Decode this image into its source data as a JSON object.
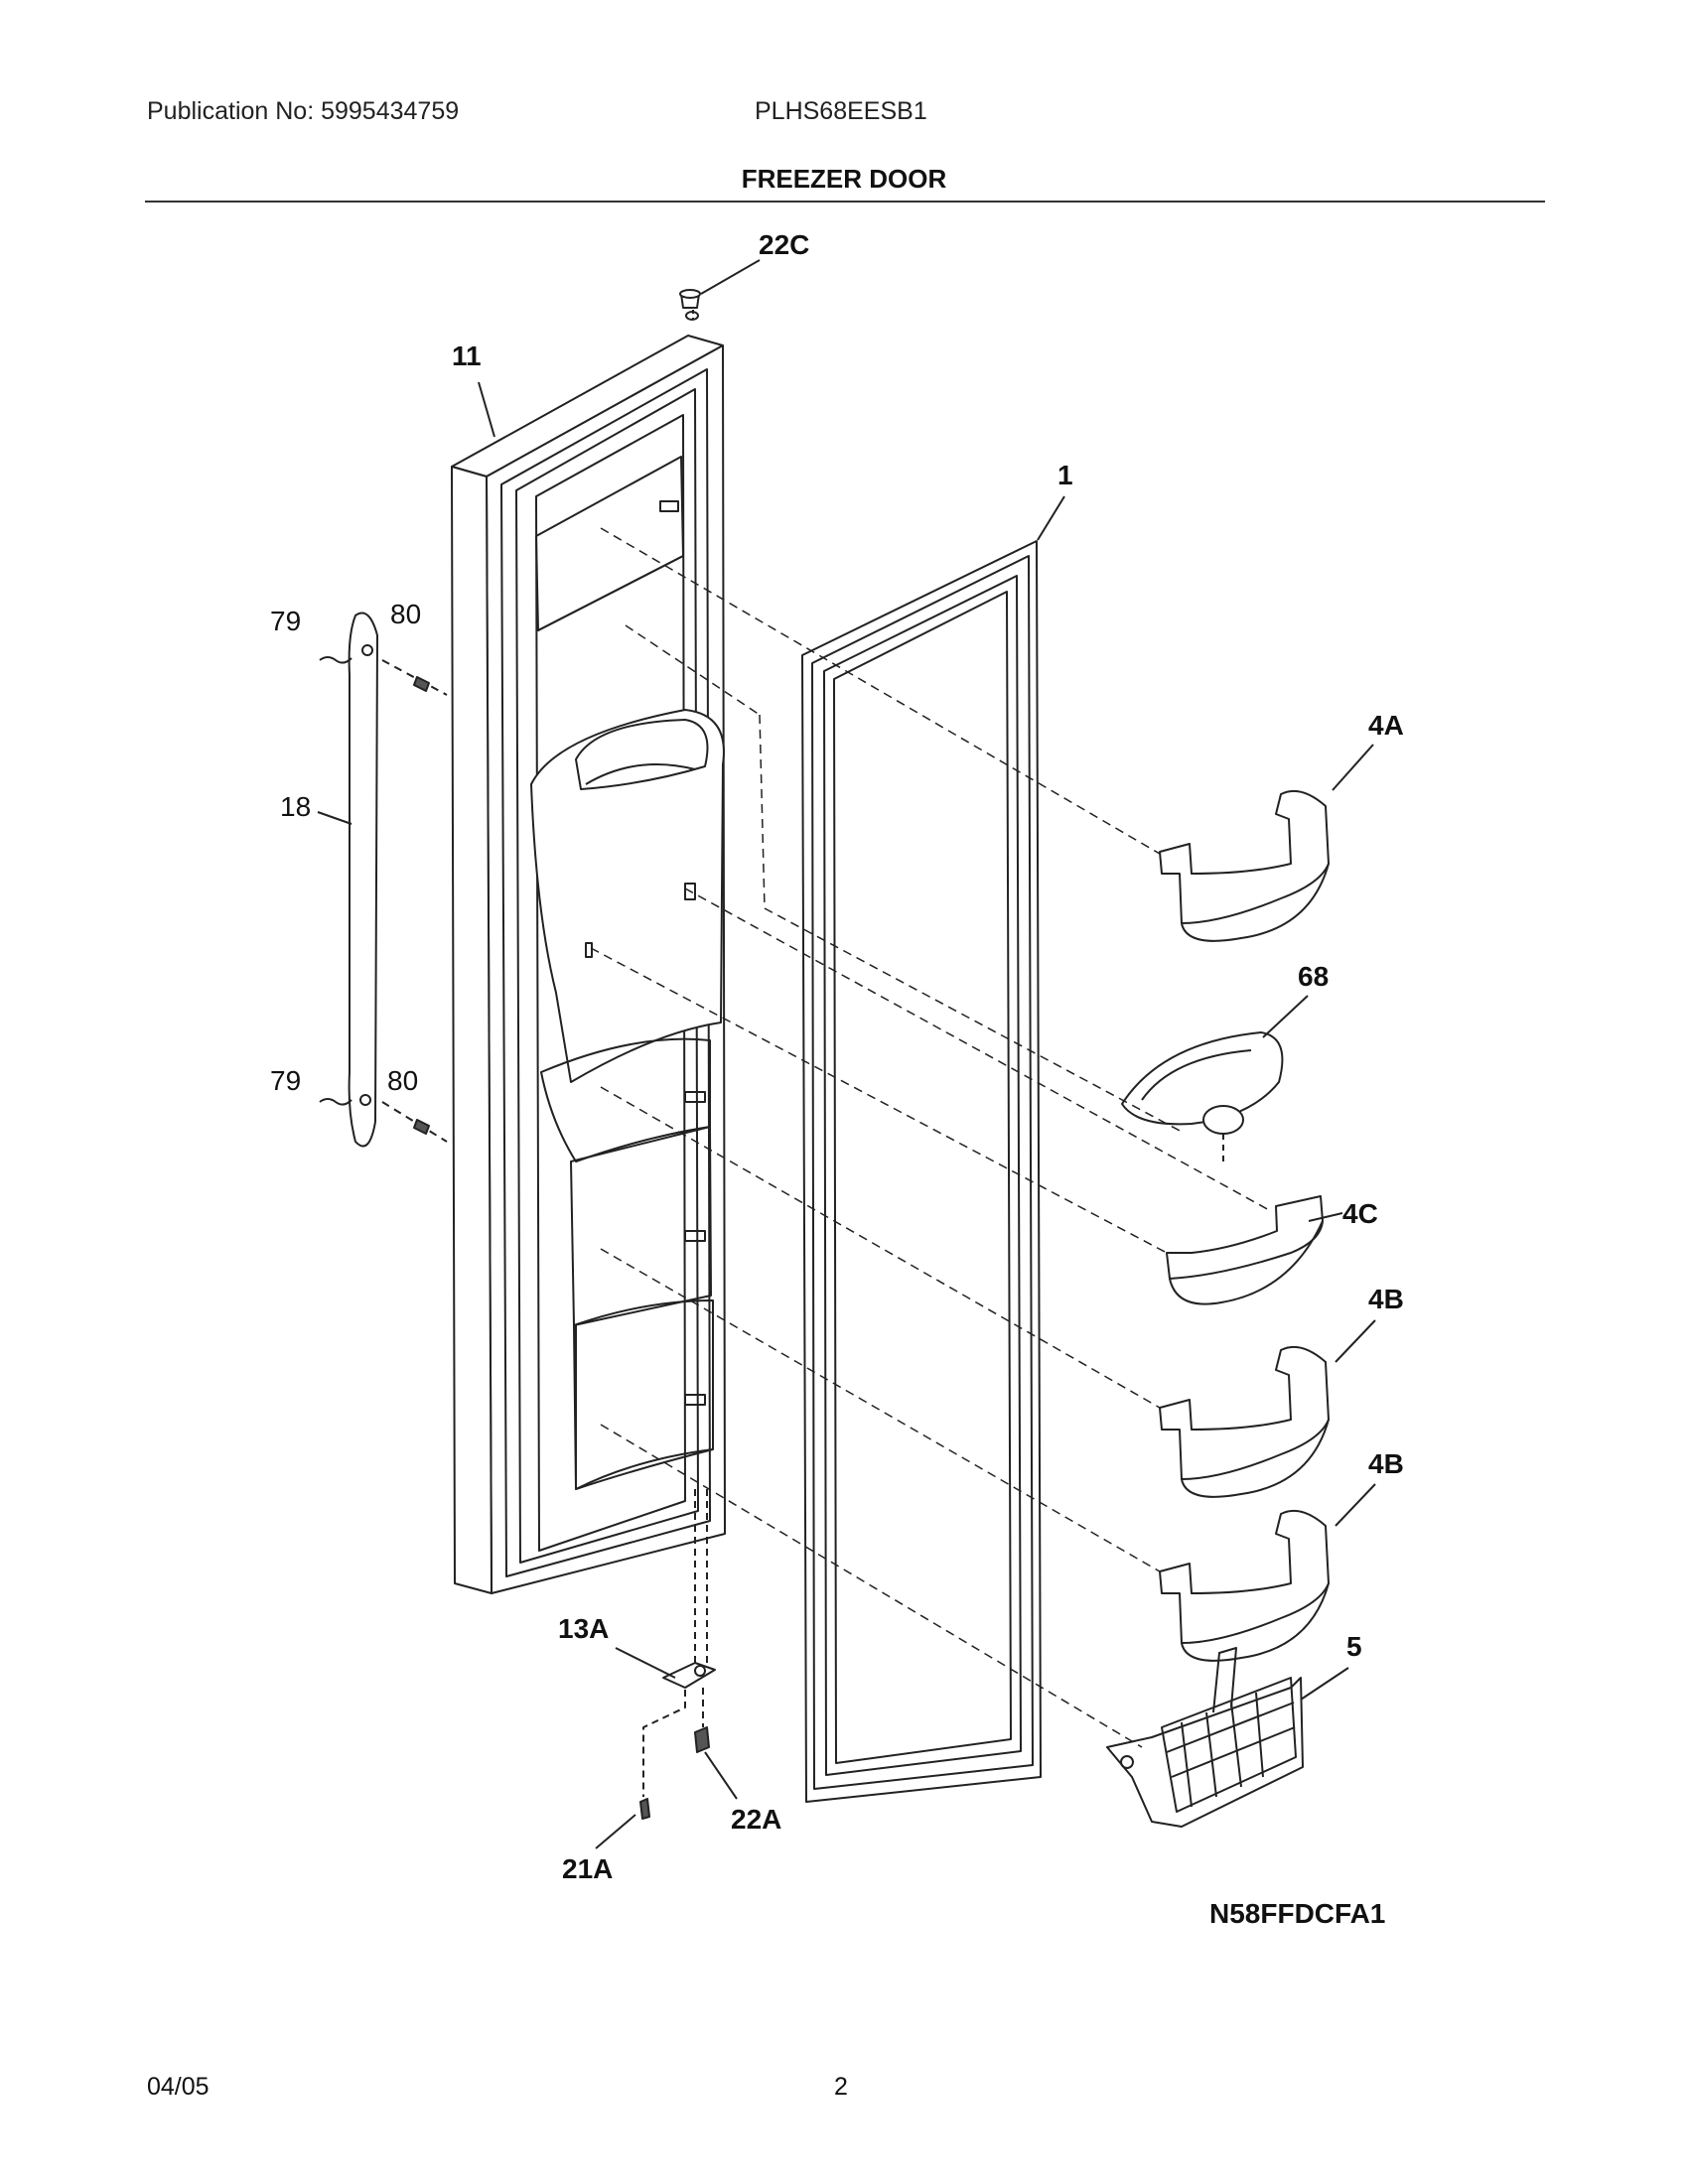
{
  "header": {
    "publication": "Publication No: 5995434759",
    "model": "PLHS68EESB1",
    "title": "FREEZER DOOR"
  },
  "diagram": {
    "parts": {
      "p22C": "22C",
      "p11": "11",
      "p1": "1",
      "p79a": "79",
      "p80a": "80",
      "p18": "18",
      "p79b": "79",
      "p80b": "80",
      "p4A": "4A",
      "p68": "68",
      "p4C": "4C",
      "p4B1": "4B",
      "p4B2": "4B",
      "p5": "5",
      "p13A": "13A",
      "p22A": "22A",
      "p21A": "21A"
    },
    "code": "N58FFDCFA1"
  },
  "footer": {
    "date": "04/05",
    "page": "2"
  },
  "colors": {
    "line": "#222222",
    "background": "#ffffff"
  }
}
